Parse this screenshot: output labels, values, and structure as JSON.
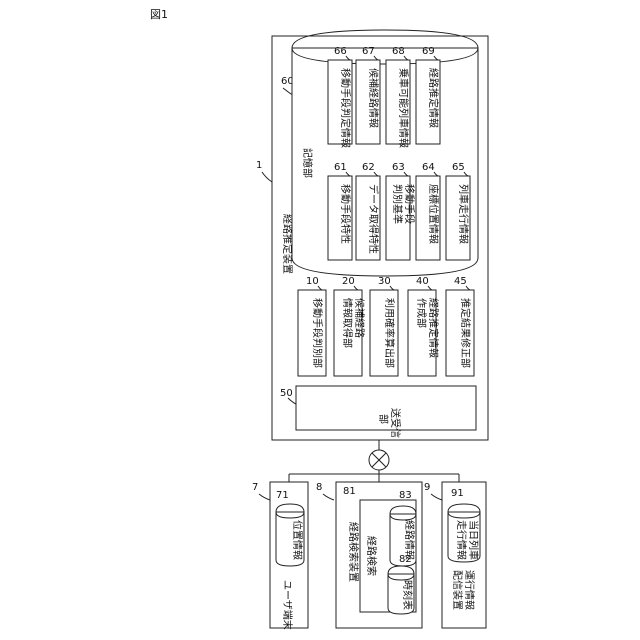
{
  "figure": {
    "title": "図1"
  },
  "system": {
    "ref": "1",
    "label": "経路推定装置",
    "storage": {
      "ref": "60",
      "label": "記憶部",
      "items": [
        {
          "ref": "61",
          "label": "移動手段特性"
        },
        {
          "ref": "62",
          "label": "データ取得特性"
        },
        {
          "ref": "63",
          "label": "移動手段 判別基準",
          "lines": [
            "移動手段",
            "判別基準"
          ]
        },
        {
          "ref": "64",
          "label": "座標位置情報"
        },
        {
          "ref": "65",
          "label": "列車走行情報"
        },
        {
          "ref": "66",
          "label": "移動手段判定情報"
        },
        {
          "ref": "67",
          "label": "候補経路情報"
        },
        {
          "ref": "68",
          "label": "乗車可能列車情報"
        },
        {
          "ref": "69",
          "label": "経路推定情報"
        }
      ]
    },
    "units": [
      {
        "ref": "10",
        "label": "移動手段判別部"
      },
      {
        "ref": "20",
        "label": "候補経路 情報取得部",
        "lines": [
          "候補経路",
          "情報取得部"
        ]
      },
      {
        "ref": "30",
        "label": "利用確率算出部"
      },
      {
        "ref": "40",
        "label": "経路推定情報 作成部",
        "lines": [
          "経路推定情報",
          "作成部"
        ]
      },
      {
        "ref": "45",
        "label": "推定結果修正部"
      }
    ],
    "transceiver": {
      "ref": "50",
      "label": "送受信 部",
      "lines": [
        "送受信",
        "部"
      ]
    }
  },
  "network": {
    "icon": "network-cross-icon"
  },
  "clients": [
    {
      "ref": "7",
      "label": "ユーザ端末",
      "db": {
        "ref": "71",
        "label": "位置情報"
      }
    },
    {
      "ref": "8",
      "label": "経路検索装置",
      "search": {
        "ref": "81",
        "label": "経路検索"
      },
      "db1": {
        "ref": "82",
        "label": "時刻表"
      },
      "db2": {
        "ref": "83",
        "label": "経路情報"
      }
    },
    {
      "ref": "9",
      "label": "運行情報 配信装置",
      "lines": [
        "運行情報",
        "配信装置"
      ],
      "db": {
        "ref": "91",
        "label": "当日列車 走行情報",
        "lines": [
          "当日列車",
          "走行情報"
        ]
      }
    }
  ],
  "colors": {
    "stroke": "#222222",
    "background": "#ffffff"
  }
}
